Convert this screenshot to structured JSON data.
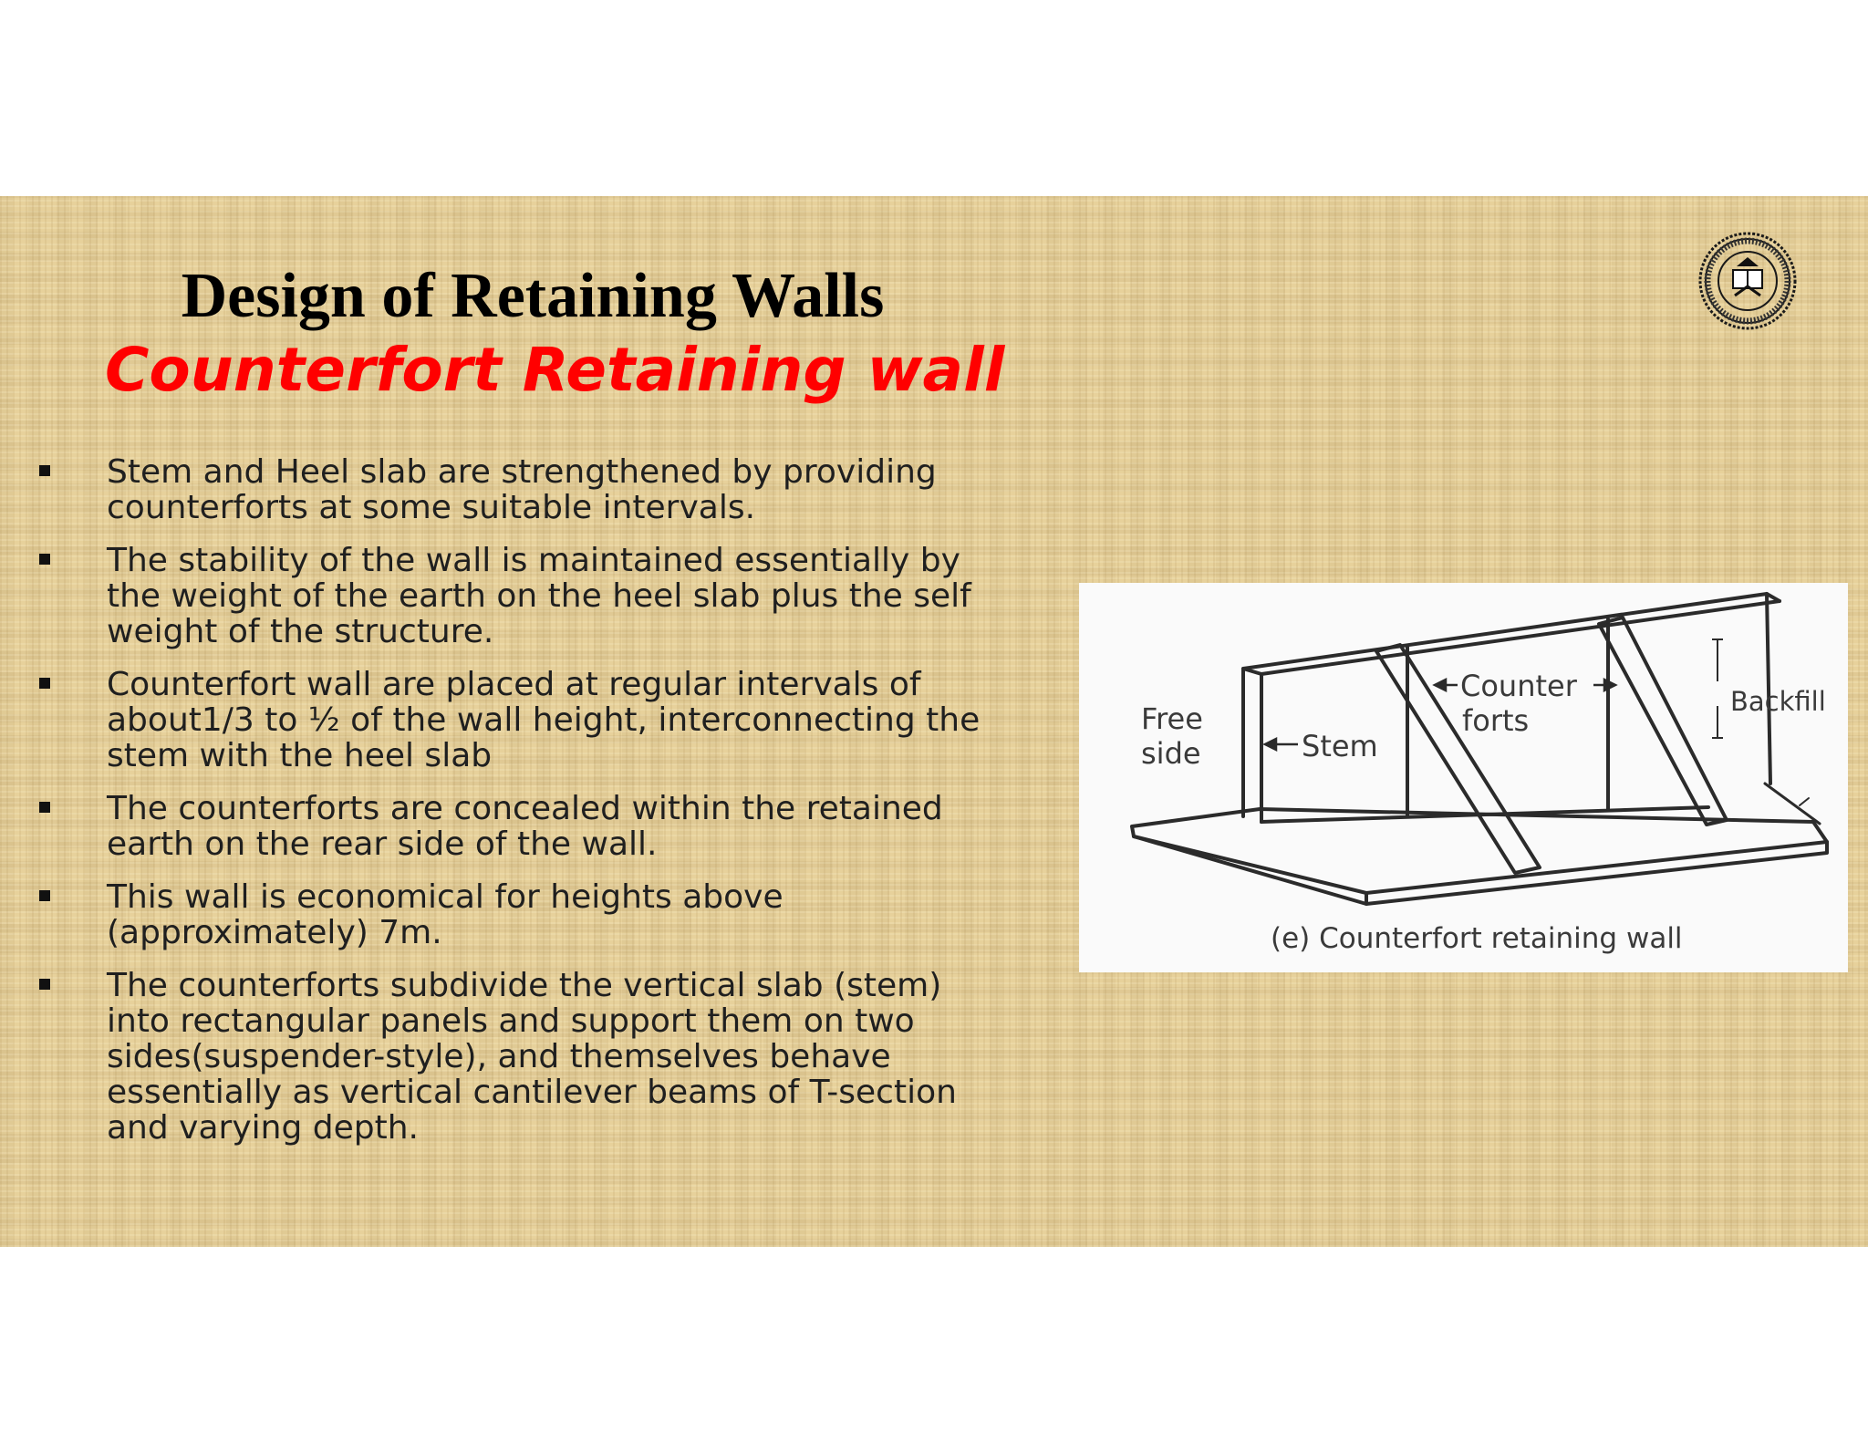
{
  "slide": {
    "title": "Design of Retaining Walls",
    "subtitle": "Counterfort Retaining wall",
    "bullets": [
      "Stem and Heel slab are strengthened by providing counterforts at some suitable intervals.",
      "The stability of the wall is maintained essentially by the weight of the earth on the heel slab plus the self weight of the structure.",
      "Counterfort wall are placed at regular intervals of about1/3 to ½ of the wall height, interconnecting the stem with the heel slab",
      "The counterforts are concealed within the retained earth on the rear side of the wall.",
      "This wall is economical for heights above (approximately) 7m.",
      "The counterforts subdivide the vertical slab (stem) into rectangular panels and support them on two sides(suspender-style), and themselves behave essentially as vertical cantilever beams of T-section and varying depth."
    ],
    "figure": {
      "labels": {
        "free_side_line1": "Free",
        "free_side_line2": "side",
        "stem": "Stem",
        "counter_line1": "Counter",
        "counter_line2": "forts",
        "backfill": "Backfill"
      },
      "caption": "(e) Counterfort retaining wall"
    },
    "colors": {
      "background": "#e7d19b",
      "title": "#000000",
      "subtitle": "#ff0000",
      "body_text": "#1f1f1f"
    },
    "icons": {
      "logo": "institute-seal-logo",
      "bullet": "square-bullet-icon"
    }
  }
}
